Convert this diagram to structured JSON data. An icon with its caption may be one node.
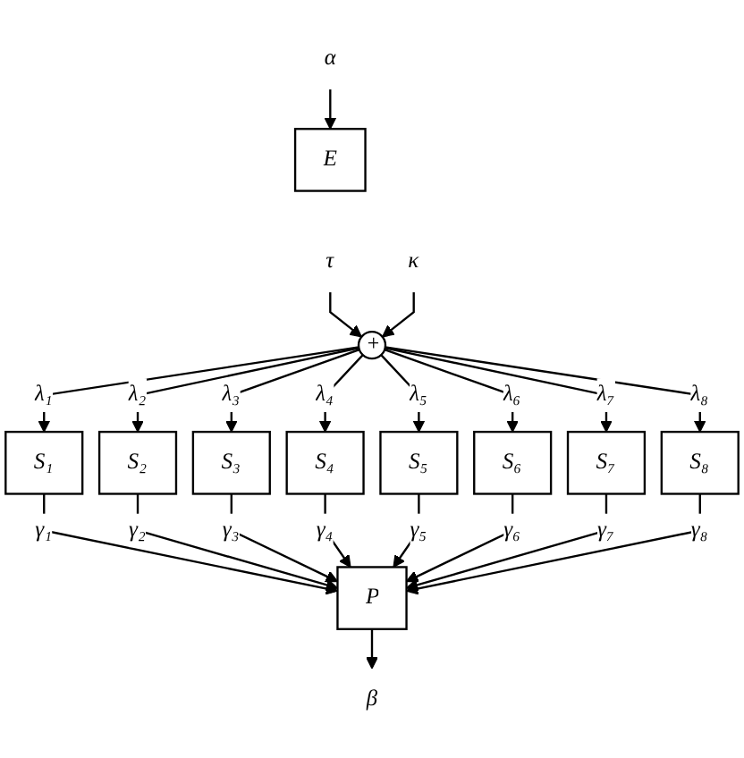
{
  "diagram": {
    "nodes": [
      {
        "text": [
          "α"
        ]
      },
      {
        "text": [
          "κ"
        ]
      },
      {
        "text": [
          "E"
        ]
      },
      {
        "text": [
          "τ"
        ]
      },
      {
        "text": [
          "+"
        ]
      },
      {
        "text": [
          "S₁"
        ]
      },
      {
        "text": [
          "S₂"
        ]
      },
      {
        "text": [
          "S₃"
        ]
      },
      {
        "text": [
          "S₄"
        ]
      },
      {
        "text": [
          "S₅"
        ]
      },
      {
        "text": [
          "S₆"
        ]
      },
      {
        "text": [
          "S₇"
        ]
      },
      {
        "text": [
          "S₈"
        ]
      },
      {
        "text": [
          "P"
        ]
      },
      {
        "text": [
          "β"
        ]
      }
    ],
    "edges": [
      {
        "from": 0,
        "to": 2,
        "arrow": "to"
      },
      {
        "from": 3,
        "to": 4,
        "arrow": "to"
      },
      {
        "from": 1,
        "to": 4,
        "arrow": "to"
      },
      {
        "from": 4,
        "to": 5,
        "arrow": "to",
        "label": "λ₁"
      },
      {
        "from": 4,
        "to": 6,
        "arrow": "to",
        "label": "λ₂"
      },
      {
        "from": 4,
        "to": 7,
        "arrow": "to",
        "label": "λ₃"
      },
      {
        "from": 4,
        "to": 8,
        "arrow": "to",
        "label": "λ₄"
      },
      {
        "from": 4,
        "to": 9,
        "arrow": "to",
        "label": "λ₅"
      },
      {
        "from": 4,
        "to": 10,
        "arrow": "to",
        "label": "λ₆"
      },
      {
        "from": 4,
        "to": 11,
        "arrow": "to",
        "label": "λ₇"
      },
      {
        "from": 4,
        "to": 12,
        "arrow": "to",
        "label": "λ₈"
      },
      {
        "from": 5,
        "to": 13,
        "arrow": "to",
        "label": "γ₁"
      },
      {
        "from": 6,
        "to": 13,
        "arrow": "to",
        "label": "γ₂"
      },
      {
        "from": 7,
        "to": 13,
        "arrow": "to",
        "label": "γ₃"
      },
      {
        "from": 8,
        "to": 13,
        "arrow": "to",
        "label": "γ₄"
      },
      {
        "from": 9,
        "to": 13,
        "arrow": "to",
        "label": "γ₅"
      },
      {
        "from": 10,
        "to": 13,
        "arrow": "to",
        "label": "γ₆"
      },
      {
        "from": 11,
        "to": 13,
        "arrow": "to",
        "label": "γ₇"
      },
      {
        "from": 12,
        "to": 13,
        "arrow": "to",
        "label": "γ₈"
      },
      {
        "from": 13,
        "to": 14,
        "arrow": "to"
      }
    ]
  }
}
